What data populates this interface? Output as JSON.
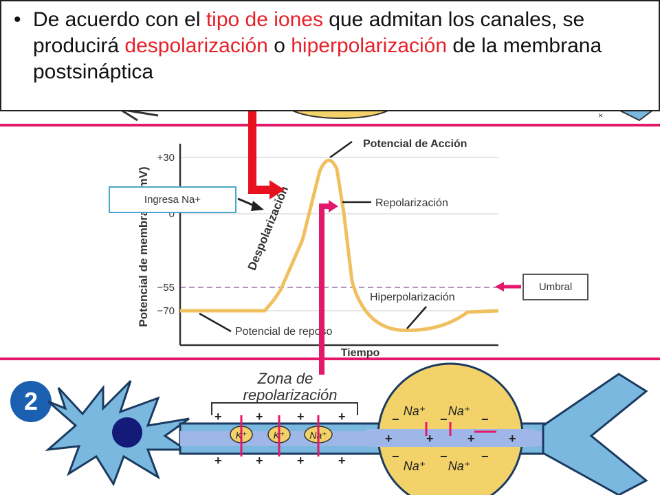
{
  "header": {
    "bullet": "•",
    "segments": [
      {
        "text": "De acuerdo con el ",
        "highlight": false
      },
      {
        "text": "tipo de iones",
        "highlight": true
      },
      {
        "text": " que admitan los canales,  se producirá ",
        "highlight": false
      },
      {
        "text": "despolarización",
        "highlight": true
      },
      {
        "text": " o ",
        "highlight": false
      },
      {
        "text": "hiperpolarización",
        "highlight": true
      },
      {
        "text": " de la membrana postsináptica",
        "highlight": false
      }
    ]
  },
  "colors": {
    "highlight": "#e8202a",
    "arrow_red": "#e8121e",
    "pink_line": "#e4186a",
    "curve": "#f0c060",
    "callout_border": "#4aa8c8",
    "membrane": "#7ab8e0",
    "axon_zone": "#f3d26a"
  },
  "graph": {
    "y_axis_label": "Potencial de membrana (mV)",
    "x_axis_label": "Tiempo",
    "y_ticks": [
      {
        "label": "+30",
        "value": 30
      },
      {
        "label": "0",
        "value": 0
      },
      {
        "label": "−55",
        "value": -55
      },
      {
        "label": "−70",
        "value": -70
      }
    ],
    "annotations": {
      "action_potential": "Potencial de Acción",
      "repolarization": "Repolarización",
      "depolarization": "Despolarización",
      "hyperpolarization": "Hiperpolarización",
      "resting": "Potencial de reposo"
    }
  },
  "callouts": {
    "sodium_in": "Ingresa Na+",
    "threshold": "Umbral"
  },
  "neuron": {
    "badge": "2",
    "zone_label_line1": "Zona de",
    "zone_label_line2": "repolarización",
    "k_ion": "K⁺",
    "na_ion": "Na⁺",
    "na_out": "Na⁺",
    "plus": "+",
    "minus": "−"
  }
}
